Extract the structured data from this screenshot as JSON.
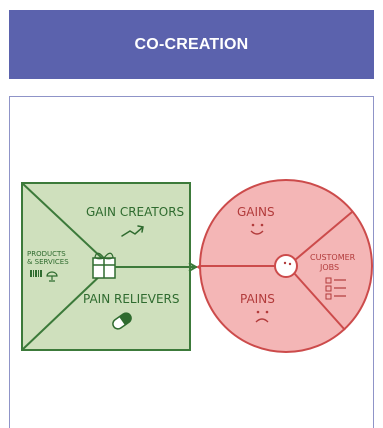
{
  "header": {
    "title": "CO-CREATION"
  },
  "diagram": {
    "value_map": {
      "gain_creators": "GAIN CREATORS",
      "products_line1": "PRODUCTS",
      "products_line2": "& SERVICES",
      "pain_relievers": "PAIN RELIEVERS"
    },
    "customer_profile": {
      "gains": "GAINS",
      "customer_line1": "CUSTOMER",
      "customer_line2": "JOBS",
      "pains": "PAINS"
    }
  },
  "colors": {
    "header_bg": "#5b62ad",
    "green_fill": "#cfe0bd",
    "green_stroke": "#3c7a3a",
    "red_fill": "#f4b6b6",
    "red_stroke": "#cc4b4b"
  }
}
